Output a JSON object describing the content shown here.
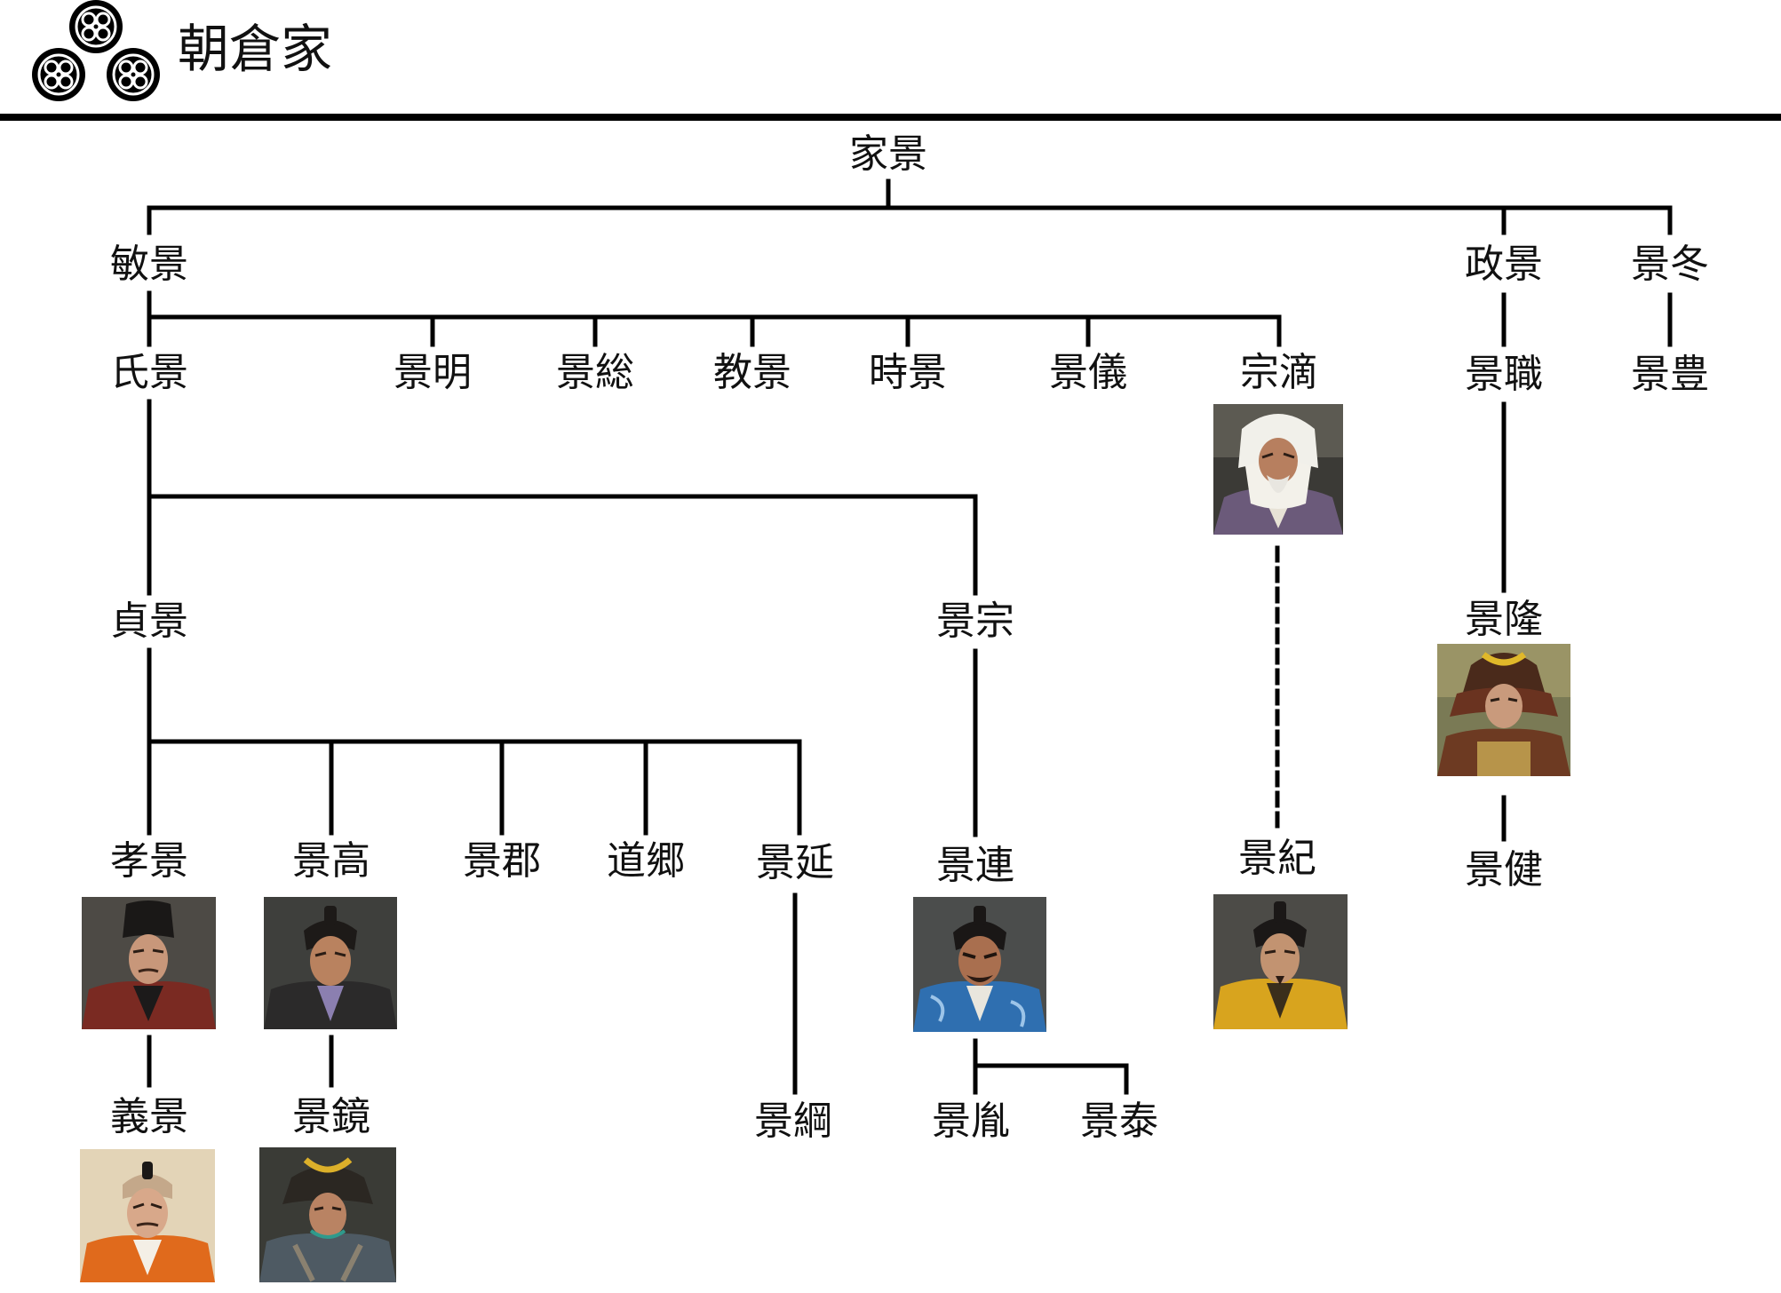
{
  "header": {
    "title": "朝倉家",
    "crest_icon": "mokko-crest-icon"
  },
  "colors": {
    "line": "#000000",
    "text": "#111111"
  },
  "people": [
    {
      "id": "ieKage",
      "name": "家景"
    },
    {
      "id": "toshiKage",
      "name": "敏景"
    },
    {
      "id": "masaKage",
      "name": "政景"
    },
    {
      "id": "kageFuyu",
      "name": "景冬"
    },
    {
      "id": "ujiKage",
      "name": "氏景"
    },
    {
      "id": "kageAki",
      "name": "景明"
    },
    {
      "id": "kageFusa",
      "name": "景総"
    },
    {
      "id": "noriKage",
      "name": "教景"
    },
    {
      "id": "tokiKage",
      "name": "時景"
    },
    {
      "id": "kageNori",
      "name": "景儀"
    },
    {
      "id": "soteki",
      "name": "宗滴",
      "portrait": "elder-in-white-hood"
    },
    {
      "id": "kageMoto",
      "name": "景職"
    },
    {
      "id": "kageToyo",
      "name": "景豊"
    },
    {
      "id": "sadaKage",
      "name": "貞景"
    },
    {
      "id": "kageMune",
      "name": "景宗"
    },
    {
      "id": "kageTaka2",
      "name": "景隆",
      "portrait": "warrior-gold-helmet"
    },
    {
      "id": "takaKage",
      "name": "孝景",
      "portrait": "noble-black-cap-red-robe"
    },
    {
      "id": "kageTaka",
      "name": "景高",
      "portrait": "samurai-topknot-dark-robe"
    },
    {
      "id": "kageSato",
      "name": "景郡"
    },
    {
      "id": "dokyo",
      "name": "道郷"
    },
    {
      "id": "kageNobu",
      "name": "景延"
    },
    {
      "id": "kageTsura",
      "name": "景連",
      "portrait": "fierce-samurai-blue-robe"
    },
    {
      "id": "kageNori2",
      "name": "景紀",
      "portrait": "samurai-yellow-robe"
    },
    {
      "id": "kageTake",
      "name": "景健"
    },
    {
      "id": "yoshiKage",
      "name": "義景",
      "portrait": "lord-orange-robe"
    },
    {
      "id": "kageAkira",
      "name": "景鏡",
      "portrait": "armored-warrior-gold-crest"
    },
    {
      "id": "kageTsuna",
      "name": "景綱"
    },
    {
      "id": "kageTane",
      "name": "景胤"
    },
    {
      "id": "kageYasu",
      "name": "景泰"
    }
  ]
}
